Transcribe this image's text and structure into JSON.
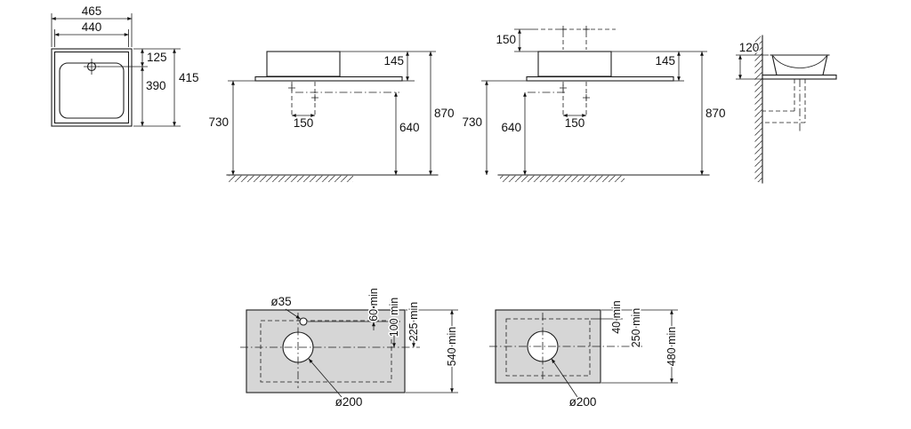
{
  "plan_view": {
    "width_outer": "465",
    "width_inner": "440",
    "tap_offset": "125",
    "depth_inner": "390",
    "depth_outer": "415"
  },
  "front_view_a": {
    "basin_height": "145",
    "total_height": "870",
    "counter_height": "730",
    "drain_height": "640",
    "fixing_spacing": "150"
  },
  "front_view_b": {
    "tap_height": "150",
    "basin_height": "145",
    "total_height": "870",
    "counter_height": "730",
    "drain_height": "640",
    "fixing_spacing": "150"
  },
  "side_view": {
    "basin_height": "120"
  },
  "template_a": {
    "tap_hole_dia": "ø35",
    "tap_edge_min": "60 min",
    "tap_drain_min": "100 min",
    "drain_edge_min": "225 min",
    "depth_min": "540 min",
    "drain_hole_dia": "ø200"
  },
  "template_b": {
    "edge_min": "40 min",
    "drain_edge_min": "250 min",
    "depth_min": "480 min",
    "drain_hole_dia": "ø200"
  }
}
